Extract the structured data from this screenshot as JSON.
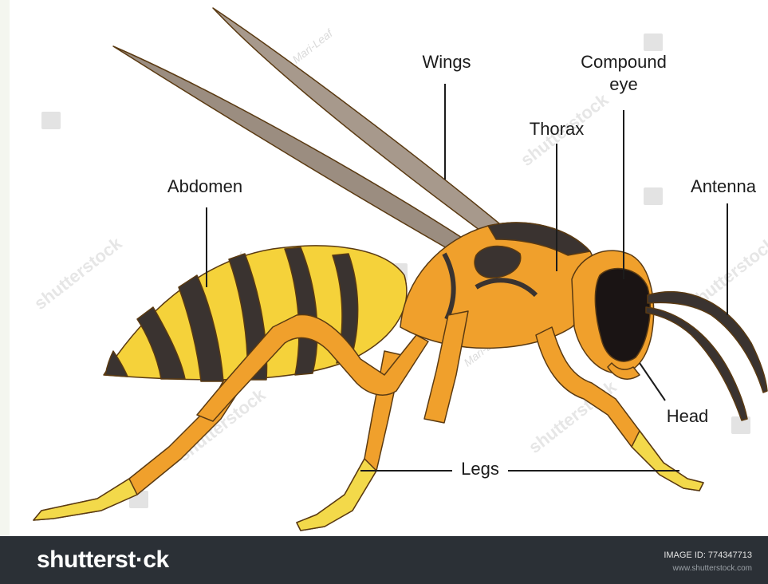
{
  "labels": {
    "wings": "Wings",
    "compound_eye": "Compound\neye",
    "thorax": "Thorax",
    "abdomen": "Abdomen",
    "antenna": "Antenna",
    "head": "Head",
    "legs": "Legs"
  },
  "watermarks": {
    "stock": "shutterstock",
    "artist": "Mari-Leaf"
  },
  "footer": {
    "brand": "shutterst·ck",
    "image_id": "IMAGE ID: 774347713",
    "site": "www.shutterstock.com"
  },
  "colors": {
    "body_orange": "#f0a02c",
    "abdomen_yellow": "#f5d23a",
    "stripe_dark": "#3a3330",
    "wing": "#a7998c",
    "eye": "#1a1414",
    "leg_yellow": "#f3d94a",
    "footer_bg": "#2b3036"
  }
}
